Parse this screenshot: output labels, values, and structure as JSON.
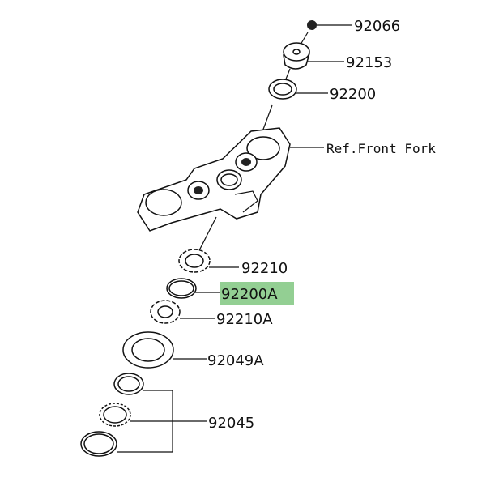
{
  "diagram": {
    "parts": [
      {
        "id": "92066",
        "label": "92066"
      },
      {
        "id": "92153",
        "label": "92153"
      },
      {
        "id": "92200",
        "label": "92200"
      },
      {
        "id": "ref",
        "label": "Ref.Front Fork"
      },
      {
        "id": "92210",
        "label": "92210"
      },
      {
        "id": "92200A",
        "label": "92200A",
        "highlighted": true
      },
      {
        "id": "92210A",
        "label": "92210A"
      },
      {
        "id": "92049A",
        "label": "92049A"
      },
      {
        "id": "92045",
        "label": "92045"
      }
    ],
    "highlight_color": "#93cf93"
  }
}
